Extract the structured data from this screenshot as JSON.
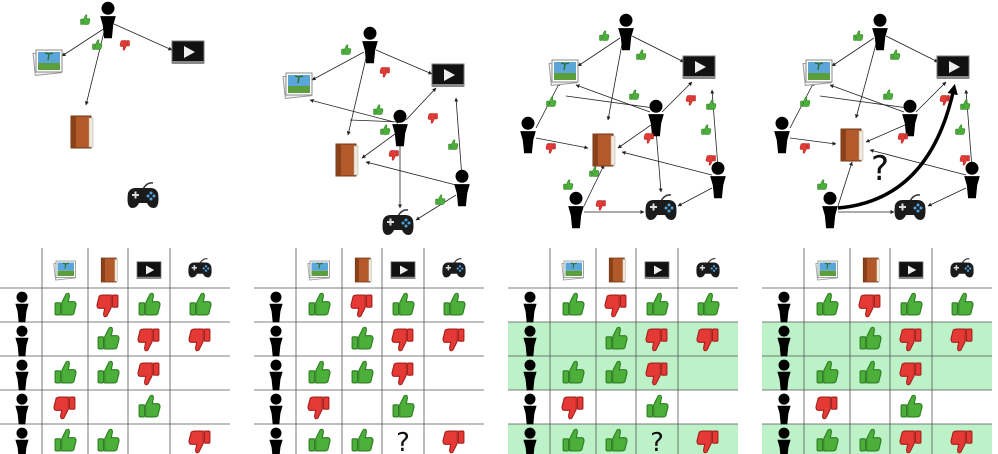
{
  "colors": {
    "like": "#4caf3a",
    "like_dark": "#2e7d22",
    "dislike": "#e53935",
    "dislike_dark": "#a51f1b",
    "grid": "#555555",
    "highlight": "#bdf2c9",
    "arrow": "#222222",
    "person": "#000000"
  },
  "item_icons": [
    "photo-icon",
    "book-icon",
    "video-icon",
    "gamepad-icon"
  ],
  "unknown_mark": "?",
  "panels": [
    {
      "name": "panel-1",
      "highlight_rows": [],
      "table": [
        [
          "like",
          "dislike",
          "like",
          "like"
        ],
        [
          "",
          "like",
          "dislike",
          "dislike"
        ],
        [
          "like",
          "like",
          "dislike",
          ""
        ],
        [
          "dislike",
          "",
          "like",
          ""
        ],
        [
          "like",
          "like",
          "",
          "dislike"
        ]
      ],
      "graph_question": false
    },
    {
      "name": "panel-2",
      "highlight_rows": [],
      "table": [
        [
          "like",
          "dislike",
          "like",
          "like"
        ],
        [
          "",
          "like",
          "dislike",
          "dislike"
        ],
        [
          "like",
          "like",
          "dislike",
          ""
        ],
        [
          "dislike",
          "",
          "like",
          ""
        ],
        [
          "like",
          "like",
          "?",
          "dislike"
        ]
      ],
      "graph_question": false
    },
    {
      "name": "panel-3",
      "highlight_rows": [
        1,
        2,
        4
      ],
      "table": [
        [
          "like",
          "dislike",
          "like",
          "like"
        ],
        [
          "",
          "like",
          "dislike",
          "dislike"
        ],
        [
          "like",
          "like",
          "dislike",
          ""
        ],
        [
          "dislike",
          "",
          "like",
          ""
        ],
        [
          "like",
          "like",
          "?",
          "dislike"
        ]
      ],
      "graph_question": false
    },
    {
      "name": "panel-4",
      "highlight_rows": [
        1,
        2,
        4
      ],
      "table": [
        [
          "like",
          "dislike",
          "like",
          "like"
        ],
        [
          "",
          "like",
          "dislike",
          "dislike"
        ],
        [
          "like",
          "like",
          "dislike",
          ""
        ],
        [
          "dislike",
          "",
          "like",
          ""
        ],
        [
          "like",
          "like",
          "dislike",
          "dislike"
        ]
      ],
      "graph_question": true
    }
  ]
}
